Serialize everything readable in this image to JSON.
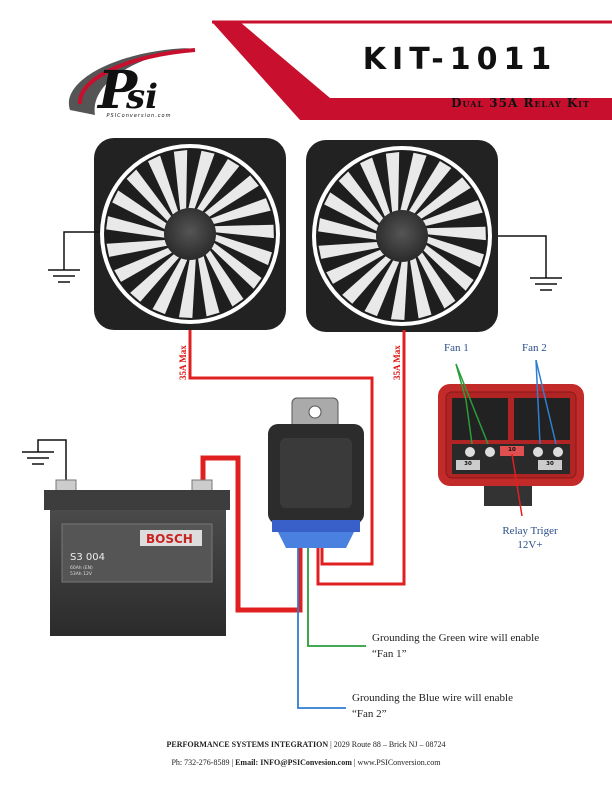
{
  "header": {
    "kit_title": "KIT-1011",
    "kit_subtitle": "Dual 35A Relay Kit",
    "logo_text": "PSI",
    "logo_tagline": "PSIConversion.com"
  },
  "diagram": {
    "wire_label_left": "35A Max",
    "wire_label_right": "35A Max",
    "fuse_box": {
      "fan1_label": "Fan 1",
      "fan2_label": "Fan 2",
      "relay_trigger_line1": "Relay Triger",
      "relay_trigger_line2": "12V+",
      "fuse_value_left": "30",
      "fuse_value_mid": "10",
      "fuse_value_right": "30"
    },
    "battery": {
      "brand": "BOSCH",
      "model": "S3 004",
      "spec1": "60Ah (EN)",
      "spec2": "53Ah 12V"
    },
    "callout_green_line1": "Grounding the Green wire will enable",
    "callout_green_line2": "“Fan 1”",
    "callout_blue_line1": "Grounding the Blue wire will enable",
    "callout_blue_line2": "“Fan 2”",
    "colors": {
      "red_wire": "#e02020",
      "green_wire": "#2a9d3a",
      "blue_wire": "#2f7fd0",
      "accent_red": "#c8102e",
      "fuse_box_red": "#c32a2a"
    }
  },
  "footer": {
    "company": "PERFORMANCE SYSTEMS INTEGRATION",
    "address": "2029 Route 88 – Brick NJ – 08724",
    "phone": "Ph: 732-276-8589",
    "email": "Email: INFO@PSIConvesion.com",
    "web": "www.PSIConversion.com"
  }
}
